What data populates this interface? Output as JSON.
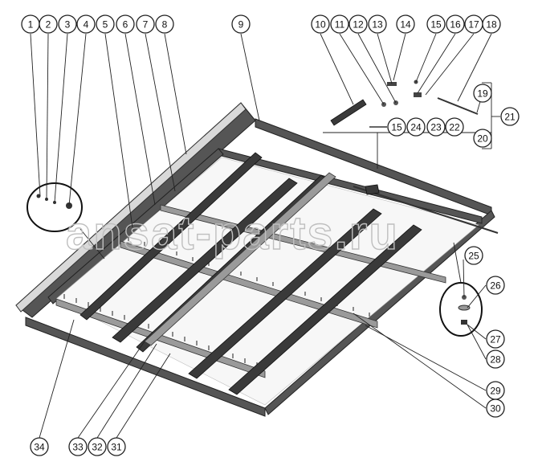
{
  "watermark": "ansat-parts.ru",
  "callouts": [
    {
      "label": "1"
    },
    {
      "label": "2"
    },
    {
      "label": "3"
    },
    {
      "label": "4"
    },
    {
      "label": "5"
    },
    {
      "label": "6"
    },
    {
      "label": "7"
    },
    {
      "label": "8"
    },
    {
      "label": "9"
    },
    {
      "label": "10"
    },
    {
      "label": "11"
    },
    {
      "label": "12"
    },
    {
      "label": "13"
    },
    {
      "label": "14"
    },
    {
      "label": "15"
    },
    {
      "label": "16"
    },
    {
      "label": "17"
    },
    {
      "label": "18"
    },
    {
      "label": "19"
    },
    {
      "label": "20"
    },
    {
      "label": "21"
    },
    {
      "label": "15"
    },
    {
      "label": "24"
    },
    {
      "label": "23"
    },
    {
      "label": "22"
    },
    {
      "label": "25"
    },
    {
      "label": "26"
    },
    {
      "label": "27"
    },
    {
      "label": "28"
    },
    {
      "label": "29"
    },
    {
      "label": "30"
    },
    {
      "label": "34"
    },
    {
      "label": "33"
    },
    {
      "label": "32"
    },
    {
      "label": "31"
    }
  ]
}
